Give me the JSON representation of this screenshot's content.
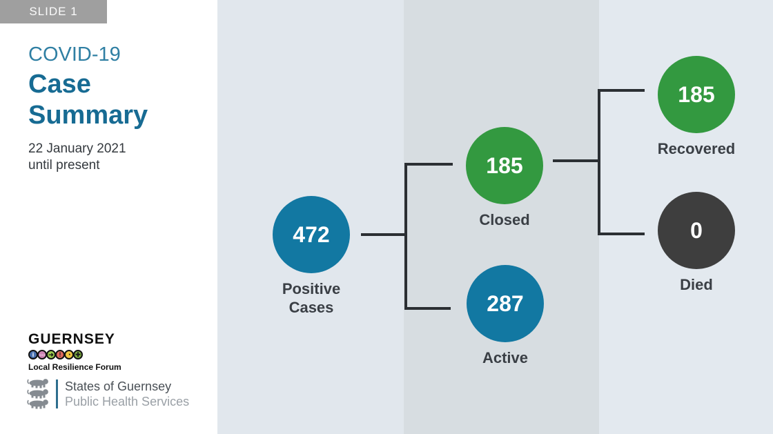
{
  "slide": {
    "tag": "SLIDE 1"
  },
  "header": {
    "kicker": "COVID-19",
    "title": "Case\nSummary",
    "date_range": "22 January 2021\nuntil present"
  },
  "colors": {
    "teal_circle": "#1278A2",
    "green_circle": "#339940",
    "dark_circle": "#3E3E3E",
    "connector": "#2B2F33",
    "kicker_text": "#2F7FA3",
    "title_text": "#176B93",
    "band_light": "#E1E7ED",
    "band_mid": "#D7DDE1",
    "band_right": "#E3E9EF",
    "slide_tag_bg": "#9F9F9F"
  },
  "diagram": {
    "nodes": [
      {
        "id": "positive-cases",
        "value": "472",
        "label": "Positive Cases",
        "color": "#1278A2"
      },
      {
        "id": "closed",
        "value": "185",
        "label": "Closed",
        "color": "#339940"
      },
      {
        "id": "active",
        "value": "287",
        "label": "Active",
        "color": "#1278A2"
      },
      {
        "id": "recovered",
        "value": "185",
        "label": "Recovered",
        "color": "#339940"
      },
      {
        "id": "died",
        "value": "0",
        "label": "Died",
        "color": "#3E3E3E"
      }
    ]
  },
  "footer": {
    "lrf": {
      "title": "GUERNSEY",
      "subtitle": "Local Resilience Forum",
      "icons": [
        {
          "name": "info-icon",
          "glyph": "i",
          "bg": "#4A72B2"
        },
        {
          "name": "speech-icon",
          "glyph": "⋯",
          "bg": "#CE84B5"
        },
        {
          "name": "arrow-icon",
          "glyph": "➜",
          "bg": "#9CCB4E"
        },
        {
          "name": "alert-icon",
          "glyph": "!",
          "bg": "#E0695E"
        },
        {
          "name": "clock-icon",
          "glyph": "◔",
          "bg": "#F3C843"
        },
        {
          "name": "plus-icon",
          "glyph": "✚",
          "bg": "#7FAE3F"
        }
      ]
    },
    "sog": {
      "line1": "States of Guernsey",
      "line2": "Public Health Services"
    }
  }
}
